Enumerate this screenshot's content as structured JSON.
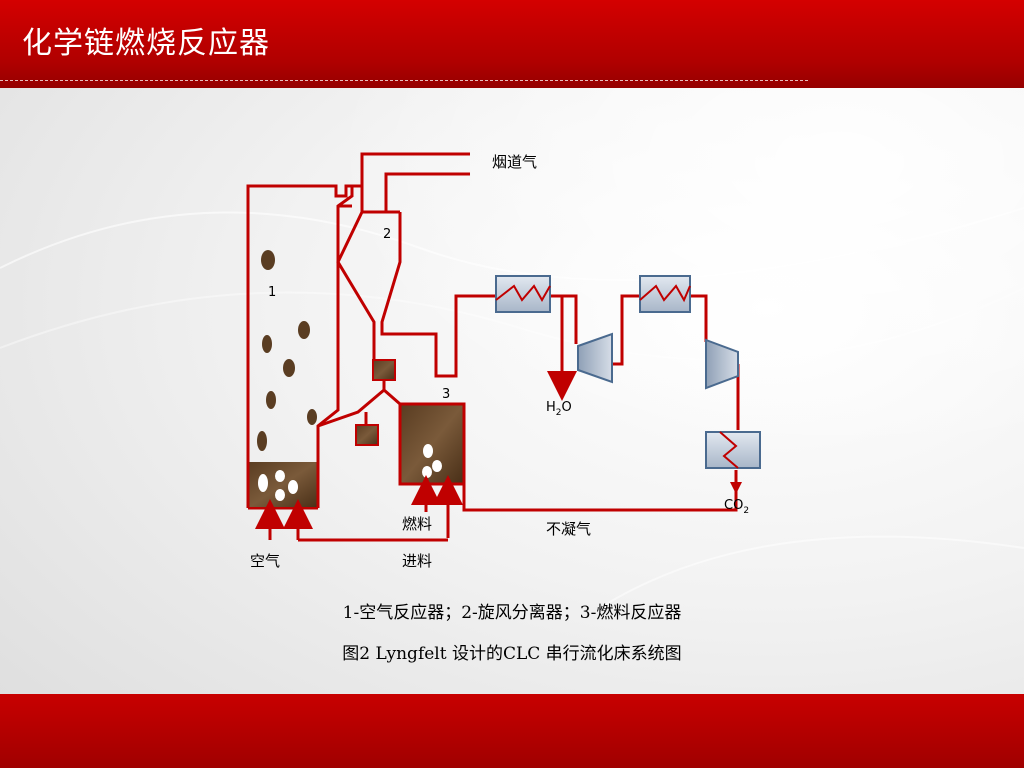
{
  "slide": {
    "title": "化学链燃烧反应器"
  },
  "diagram": {
    "labels": {
      "flue_gas": "烟道气",
      "reactor_1": "1",
      "cyclone_2": "2",
      "reactor_3": "3",
      "h2o_main": "H",
      "h2o_sub": "2",
      "h2o_tail": "O",
      "co2_main": "CO",
      "co2_sub": "2",
      "noncondensable": "不凝气",
      "fuel": "燃料",
      "feed": "进料",
      "air": "空气"
    },
    "colors": {
      "pipe": "#c00000",
      "heat_exchanger": "#b8c4d4",
      "turbine": "#a9b7c9",
      "bed_particles": "#6b4a2e"
    }
  },
  "captions": {
    "legend": "1-空气反应器；2-旋风分离器；3-燃料反应器",
    "figure": "图2  Lyngfelt 设计的CLC 串行流化床系统图"
  }
}
